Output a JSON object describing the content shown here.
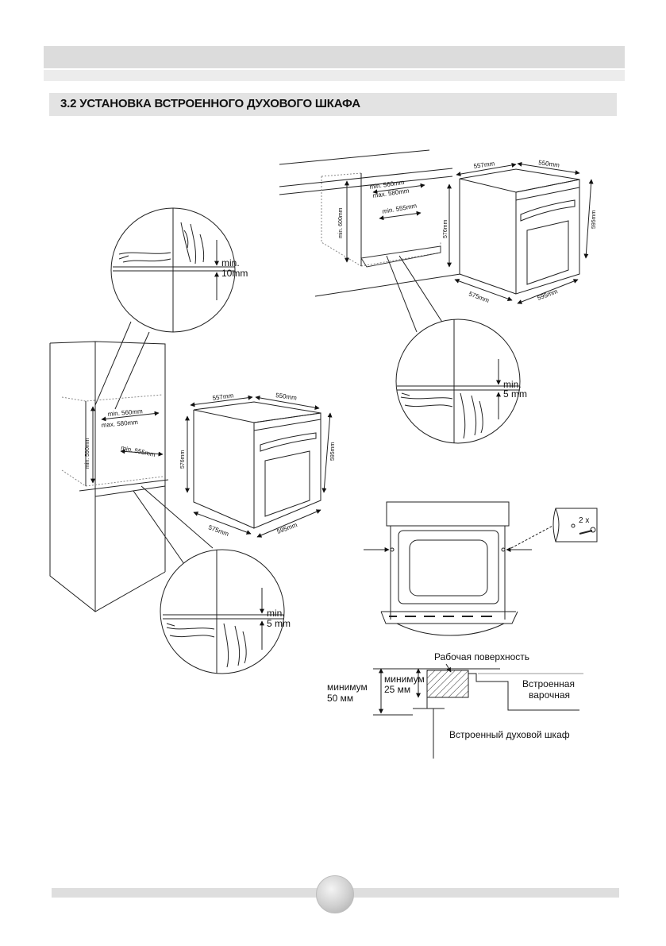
{
  "header": {
    "section_title": "3.2 УСТАНОВКА ВСТРОЕННОГО ДУХОВОГО ШКАФА"
  },
  "upper_cabinet": {
    "dim_width_min": "min. 560mm",
    "dim_width_max": "max. 580mm",
    "dim_depth": "min. 555mm",
    "dim_height": "min. 600mm"
  },
  "oven_top": {
    "dim_depth": "557mm",
    "dim_width": "550mm",
    "dim_height": "576mm",
    "dim_total_height": "595mm",
    "dim_bottom_depth": "575mm",
    "dim_bottom_width": "595mm"
  },
  "detail_top_left": {
    "label_min": "min.",
    "label_value": "10mm"
  },
  "detail_top_right": {
    "label_min": "min.",
    "label_value": "5 mm"
  },
  "column_cabinet": {
    "dim_width_min": "min. 560mm",
    "dim_width_max": "max. 580mm",
    "dim_depth": "min. 555mm",
    "dim_height": "min. 590mm"
  },
  "oven_mid": {
    "dim_depth": "557mm",
    "dim_width": "550mm",
    "dim_height": "576mm",
    "dim_total_height": "595mm",
    "dim_bottom_depth": "575mm",
    "dim_bottom_width": "595mm"
  },
  "detail_bottom": {
    "label_min": "min.",
    "label_value": "5 mm"
  },
  "screw_detail": {
    "count": "2 x"
  },
  "section_view": {
    "work_surface": "Рабочая поверхность",
    "min_50_a": "минимум",
    "min_50_b": "50 мм",
    "min_25_a": "минимум",
    "min_25_b": "25 мм",
    "hob_a": "Встроенная",
    "hob_b": "варочная",
    "oven": "Встроенный духовой шкаф"
  }
}
